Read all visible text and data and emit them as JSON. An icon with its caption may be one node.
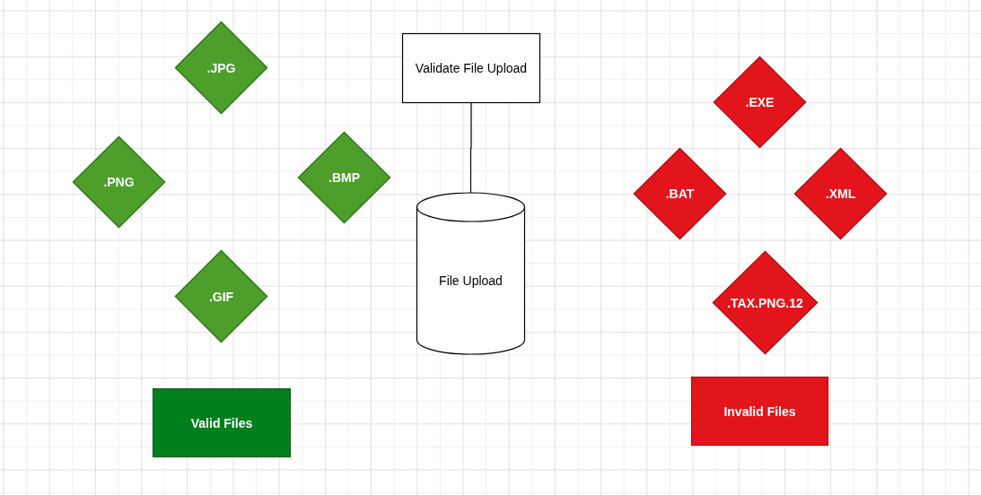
{
  "diagram": {
    "nodes": [
      {
        "text": [
          ".JPG"
        ]
      },
      {
        "text": [
          ".PNG"
        ]
      },
      {
        "text": [
          ".BMP"
        ]
      },
      {
        "text": [
          ".GIF"
        ]
      },
      {
        "text": [
          "Valid Files"
        ]
      },
      {
        "text": [
          "Validate File Upload"
        ]
      },
      {
        "text": [
          "File Upload"
        ]
      },
      {
        "text": [
          ".EXE"
        ]
      },
      {
        "text": [
          ".BAT"
        ]
      },
      {
        "text": [
          ".XML"
        ]
      },
      {
        "text": [
          ".TAX.PNG.12"
        ]
      },
      {
        "text": [
          "Invalid Files"
        ]
      }
    ],
    "edges": [
      {
        "from": 5,
        "to": 6,
        "arrow": "none"
      }
    ]
  }
}
